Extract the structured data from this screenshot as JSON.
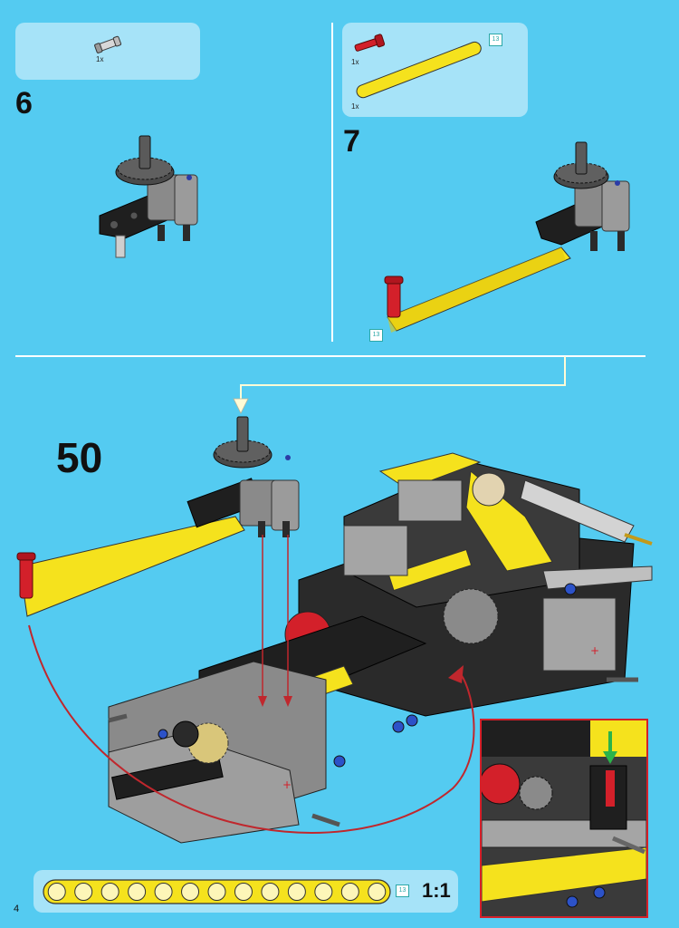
{
  "steps": [
    {
      "number": "6",
      "parts": [
        {
          "qty": "1x",
          "name": "axle-pin-icon"
        }
      ]
    },
    {
      "number": "7",
      "parts": [
        {
          "qty": "1x",
          "name": "red-axle-pin-icon"
        },
        {
          "qty": "1x",
          "name": "yellow-beam-icon",
          "length": "13"
        }
      ],
      "model_length": "13"
    },
    {
      "number": "50"
    }
  ],
  "scale_strip": {
    "length": "13",
    "ratio": "1:1"
  },
  "page_number": "4",
  "colors": {
    "background": "#54cbf1",
    "parts_box": "#a6e3f8",
    "beam": "#f5e21d",
    "pin": "#d3202a",
    "arrow": "#c0272d",
    "green_arrow": "#2bb34a"
  }
}
